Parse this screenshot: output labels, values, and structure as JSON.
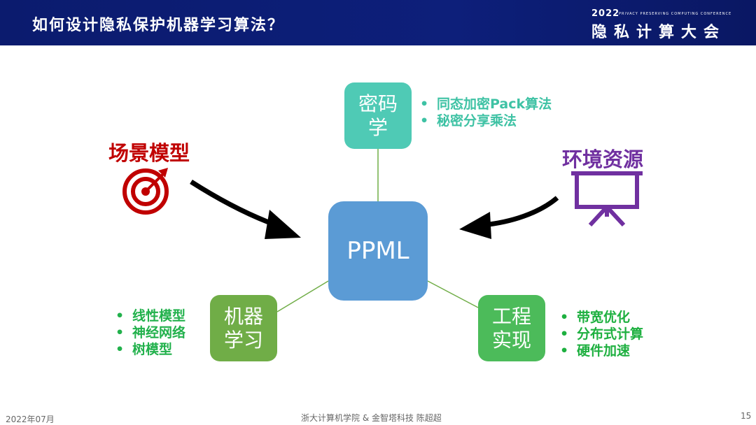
{
  "header": {
    "title": "如何设计隐私保护机器学习算法？",
    "conference_year": "2022",
    "conference_subtitle": "PRIVACY PRESERVING COMPUTING CONFERENCE",
    "conference_name": "隐私计算大会"
  },
  "diagram": {
    "center": "PPML",
    "crypto": {
      "label": "密码学",
      "items": [
        "同态加密Pack算法",
        "秘密分享乘法"
      ]
    },
    "ml": {
      "label": "机器学习",
      "items": [
        "线性模型",
        "神经网络",
        "树模型"
      ]
    },
    "engineering": {
      "label": "工程实现",
      "items": [
        "带宽优化",
        "分布式计算",
        "硬件加速"
      ]
    },
    "scene_label": "场景模型",
    "env_label": "环境资源"
  },
  "colors": {
    "header_bg": "#0b1b6e",
    "center_box": "#5b9bd5",
    "crypto_box": "#4fcab5",
    "ml_box": "#70ad47",
    "eng_box": "#4cbb5a",
    "scene_red": "#c00000",
    "env_purple": "#7030a0"
  },
  "icons": [
    "target-icon",
    "presentation-board-icon",
    "arrow-icon"
  ],
  "footer": {
    "date": "2022年07月",
    "author": "浙大计算机学院 & 金智塔科技 陈超超",
    "page": "15"
  }
}
